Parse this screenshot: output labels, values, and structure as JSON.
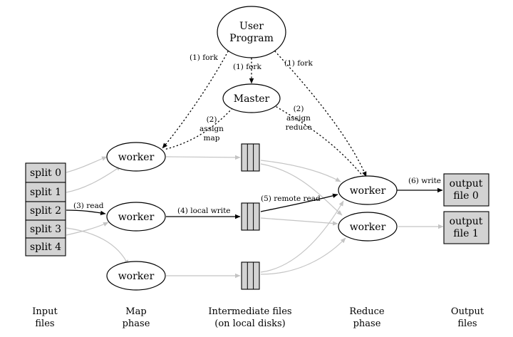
{
  "nodes": {
    "user_program": [
      "User",
      "Program"
    ],
    "master": "Master",
    "worker_label": "worker"
  },
  "input_splits": [
    "split 0",
    "split 1",
    "split 2",
    "split 3",
    "split 4"
  ],
  "outputs": [
    [
      "output",
      "file 0"
    ],
    [
      "output",
      "file 1"
    ]
  ],
  "edge_labels": {
    "fork_left": "(1) fork",
    "fork_center": "(1) fork",
    "fork_right": "(1) fork",
    "assign_map": [
      "(2)",
      "assign",
      "map"
    ],
    "assign_reduce": [
      "(2)",
      "assign",
      "reduce"
    ],
    "read": "(3) read",
    "local_write": "(4) local write",
    "remote_read": "(5) remote read",
    "write": "(6) write"
  },
  "phases": {
    "input": [
      "Input",
      "files"
    ],
    "map": [
      "Map",
      "phase"
    ],
    "intermediate": [
      "Intermediate files",
      "(on local disks)"
    ],
    "reduce": [
      "Reduce",
      "phase"
    ],
    "output": [
      "Output",
      "files"
    ]
  }
}
